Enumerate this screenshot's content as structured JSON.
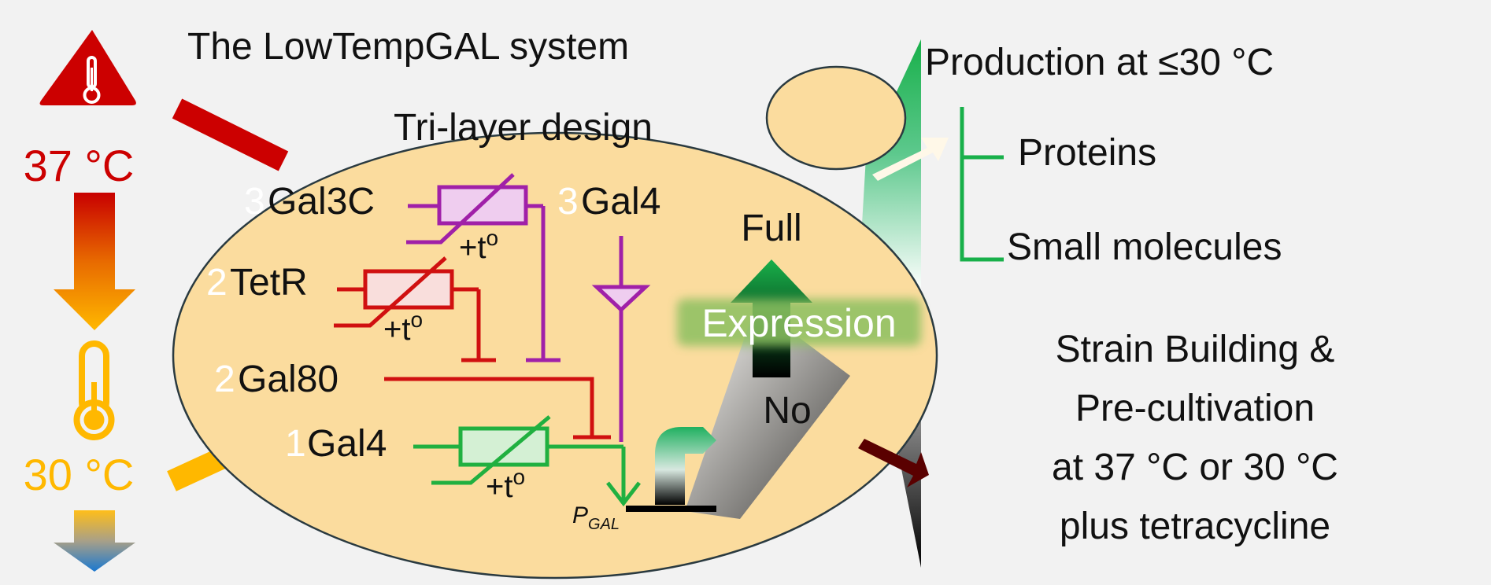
{
  "title": "The LowTempGAL system",
  "design_label": "Tri-layer design",
  "temperatures": {
    "high": "37 °C",
    "low": "30 °C"
  },
  "genes": [
    {
      "layer": "3",
      "name": "Gal3C",
      "color": "#a020a8"
    },
    {
      "layer": "3",
      "name": "Gal4",
      "color": "#a020a8"
    },
    {
      "layer": "2",
      "name": "TetR",
      "color": "#d01010"
    },
    {
      "layer": "2",
      "name": "Gal80",
      "color": "#d01010"
    },
    {
      "layer": "1",
      "name": "Gal4",
      "color": "#20b040"
    }
  ],
  "temp_sensitive_label": "+t",
  "temp_sensitive_sup": "o",
  "promoter": {
    "main": "P",
    "sub": "GAL"
  },
  "expression": {
    "label": "Expression",
    "full": "Full",
    "none": "No"
  },
  "production": {
    "heading": "Production at ≤30 °C",
    "items": [
      "Proteins",
      "Small molecules"
    ]
  },
  "strain": {
    "lines": [
      "Strain Building &",
      "Pre-cultivation",
      "at 37 °C or 30 °C",
      "plus tetracycline"
    ]
  },
  "colors": {
    "background": "#f2f2f2",
    "cell": "#fbdc9e",
    "hot": "#cc0000",
    "warm": "#ffb800",
    "green": "#18b04a",
    "purple": "#a020a8",
    "red": "#d01010"
  }
}
